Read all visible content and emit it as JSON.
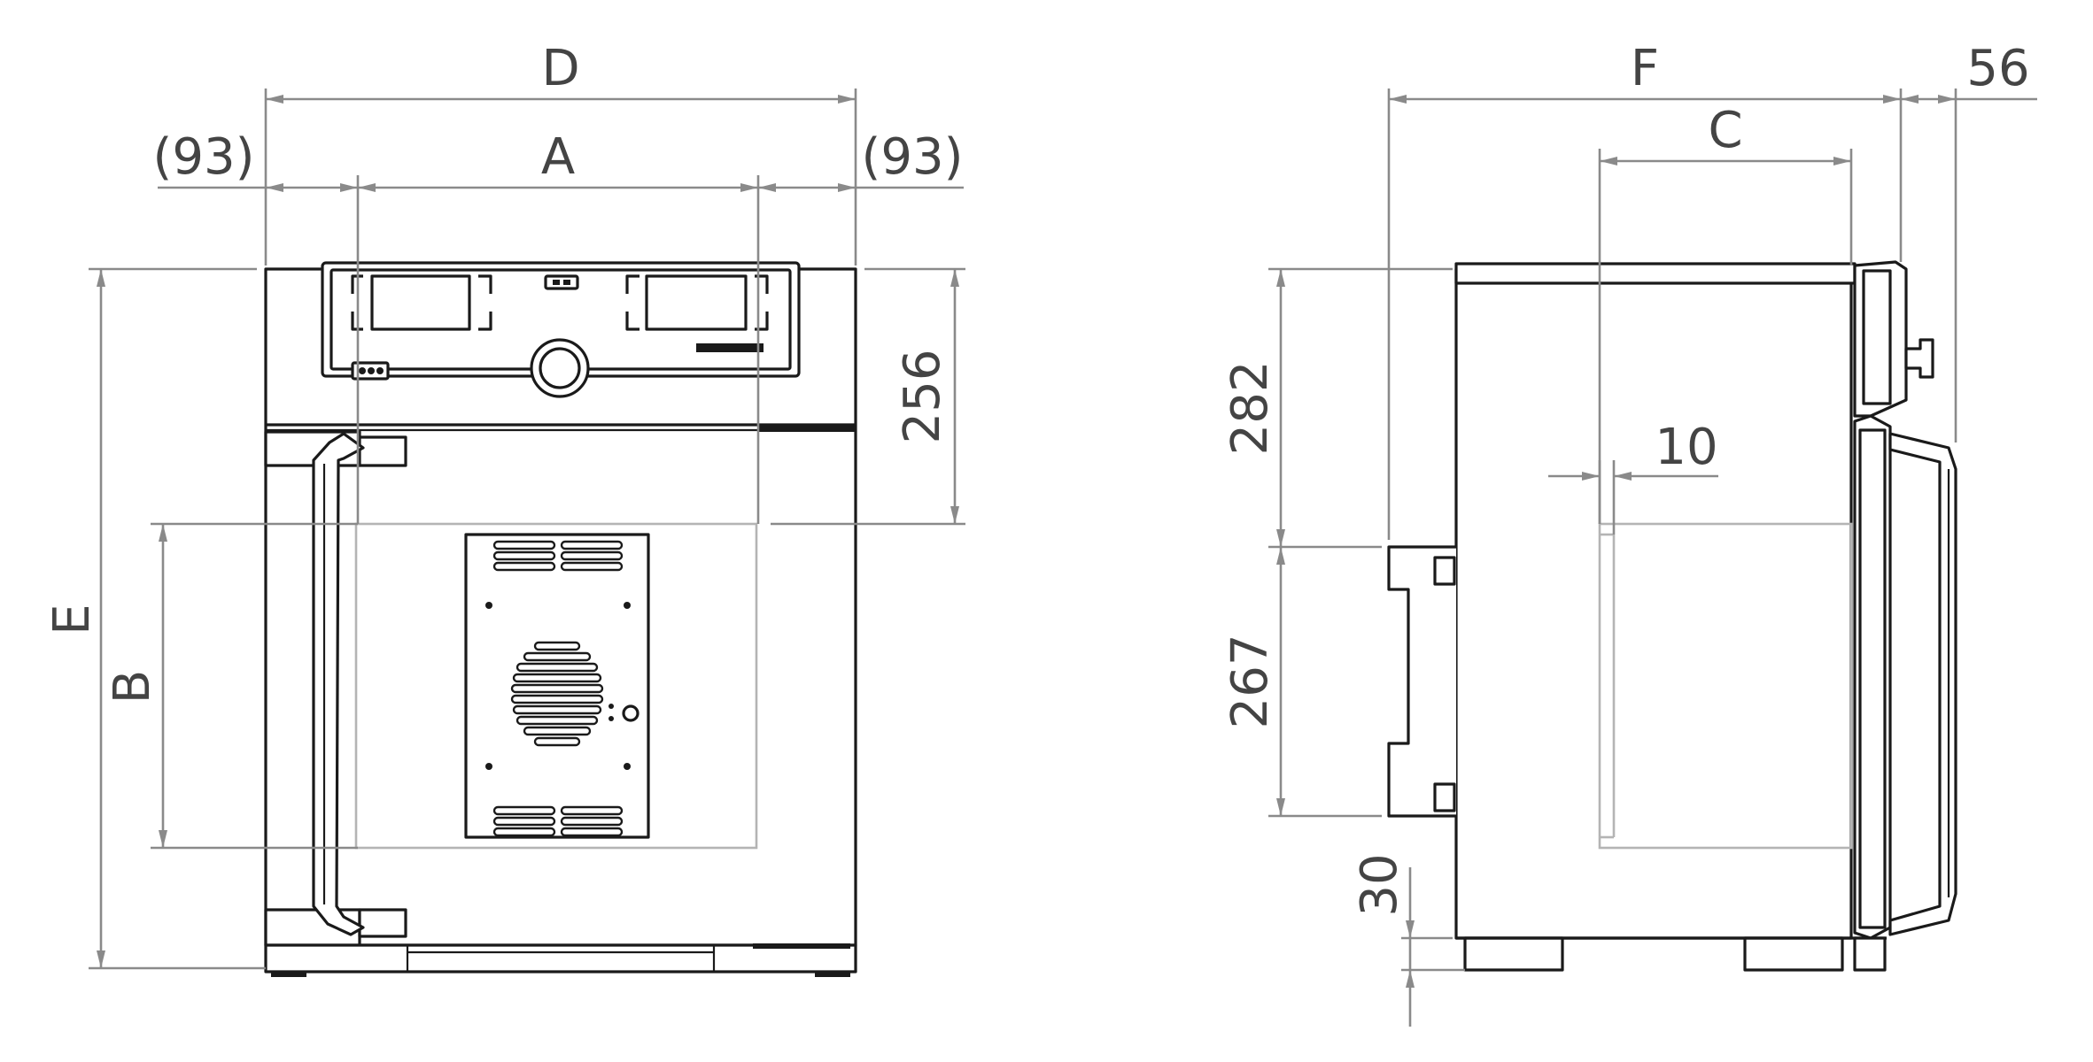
{
  "front_view": {
    "labels": {
      "width_overall": "D",
      "width_chamber": "A",
      "side_clearance_left": "(93)",
      "side_clearance_right": "(93)",
      "height_overall": "E",
      "height_chamber": "B",
      "chamber_top_offset": "256"
    }
  },
  "side_view": {
    "labels": {
      "depth_overall": "F",
      "depth_chamber": "C",
      "door_projection": "56",
      "upper_height": "282",
      "lower_height": "267",
      "foot_height": "30",
      "inner_wall_gap": "10"
    }
  },
  "colors": {
    "outline": "#1a1a1a",
    "dimension": "#8a8a8a",
    "hidden": "#b4b4b4",
    "text": "#444444"
  }
}
